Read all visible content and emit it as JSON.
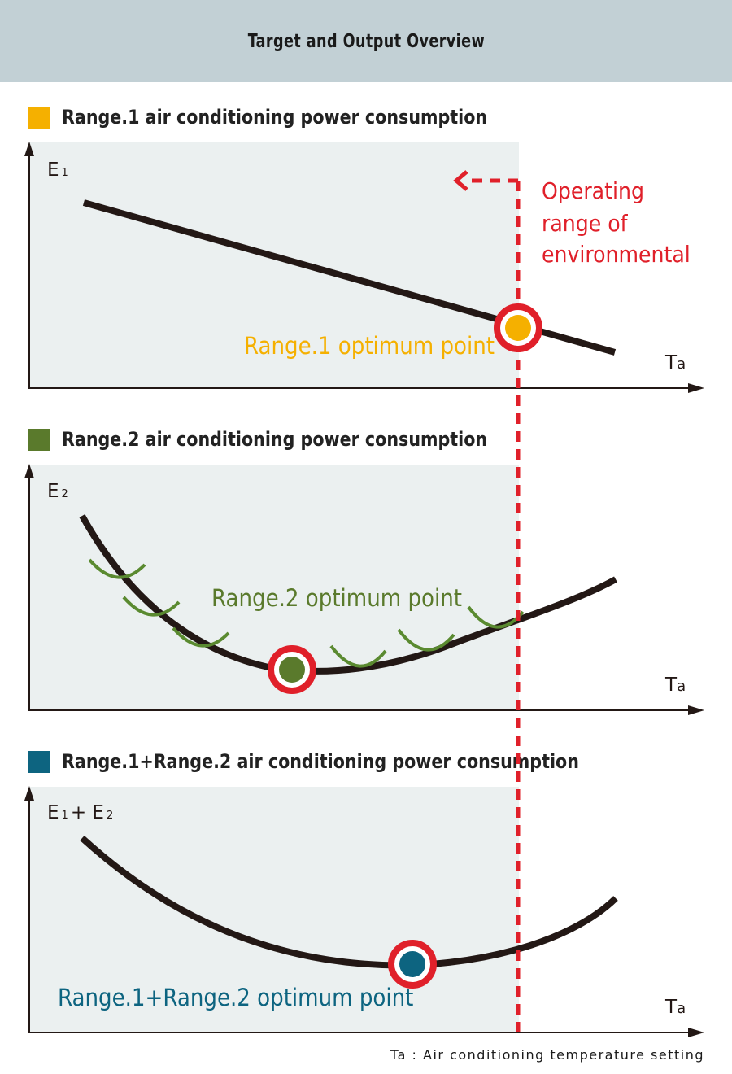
{
  "header": {
    "title": "Target and Output Overview"
  },
  "sections": [
    {
      "title": "Range.1 air conditioning power consumption",
      "color": "#f5b000",
      "y_label_main": "E",
      "y_label_sub": "1",
      "x_label_main": "T",
      "x_label_sub": "a",
      "optimum_label": "Range.1 optimum point"
    },
    {
      "title": "Range.2 air conditioning power consumption",
      "color": "#5a7a2c",
      "y_label_main": "E",
      "y_label_sub": "2",
      "x_label_main": "T",
      "x_label_sub": "a",
      "optimum_label": "Range.2 optimum point"
    },
    {
      "title": "Range.1+Range.2 air conditioning power consumption",
      "color": "#0d6480",
      "y_label_main": "E",
      "y_label_sub": "1",
      "y_label_plus": "+ E",
      "y_label_sub2": "2",
      "x_label_main": "T",
      "x_label_sub": "a",
      "optimum_label": "Range.1+Range.2 optimum point"
    }
  ],
  "operating_range": {
    "lines": [
      "Operating",
      "range of",
      "environmental"
    ],
    "color": "#e0202a"
  },
  "colors": {
    "curve": "#231815",
    "marker_ring": "#e0202a",
    "range2_curve": "#5a8a30"
  },
  "footer": {
    "caption": "Ta : Air conditioning temperature setting"
  }
}
